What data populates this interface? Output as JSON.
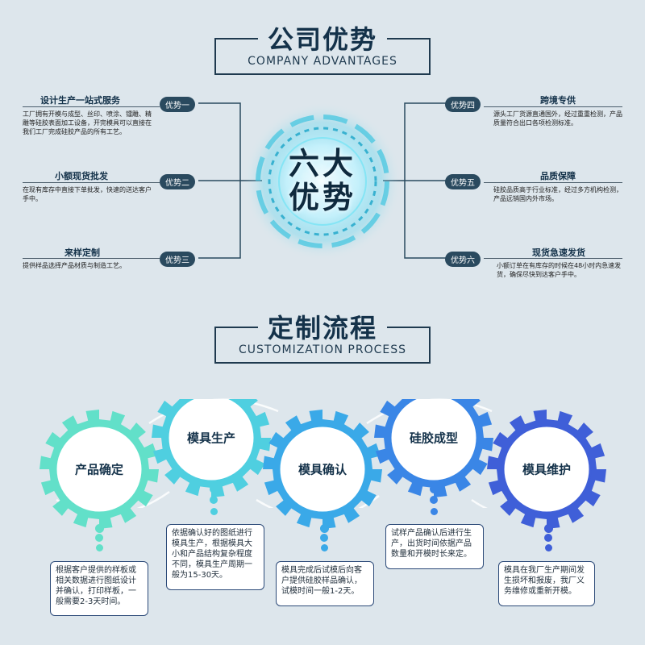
{
  "advantages": {
    "title": "公司优势",
    "subtitle": "COMPANY ADVANTAGES",
    "center": [
      "六大",
      "优势"
    ],
    "left": [
      {
        "badge": "优势一",
        "title": "设计生产一站式服务",
        "desc": "工厂拥有开模与成型、丝印、喷涂、镭雕、精雕等硅胶表面加工设备，开完模具可以直接在我们工厂完成硅胶产品的所有工艺。"
      },
      {
        "badge": "优势二",
        "title": "小额现货批发",
        "desc": "在现有库存中直接下单批发，快速的送达客户手中。"
      },
      {
        "badge": "优势三",
        "title": "来样定制",
        "desc": "提供样品选择产品材质与制造工艺。"
      }
    ],
    "right": [
      {
        "badge": "优势四",
        "title": "跨境专供",
        "desc": "源头工厂货源直通国外，经过重重检测，产品质量符合出口各项检测标准。"
      },
      {
        "badge": "优势五",
        "title": "品质保障",
        "desc": "硅胶品质高于行业标准，经过多方机构检测，产品远销国内外市场。"
      },
      {
        "badge": "优势六",
        "title": "现货急速发货",
        "desc": "小额订单在有库存的时候在48小时内急速发货，确保尽快到达客户手中。"
      }
    ]
  },
  "process": {
    "title": "定制流程",
    "subtitle": "CUSTOMIZATION PROCESS",
    "steps": [
      {
        "label": "产品确定",
        "desc": "根据客户提供的样板或相关数据进行图纸设计并确认，打印样板，一般需要2-3天时间。",
        "color": "#62e0c9"
      },
      {
        "label": "模具生产",
        "desc": "依据确认好的图纸进行模具生产，根据模具大小和产品结构复杂程度不同，模具生产周期一般为15-30天。",
        "color": "#4fcfe0"
      },
      {
        "label": "模具确认",
        "desc": "模具完成后试模后向客户提供硅胶样品确认，试模时间一般1-2天。",
        "color": "#3aa9e8"
      },
      {
        "label": "硅胶成型",
        "desc": "试样产品确认后进行生产，出货时间依据产品数量和开模时长来定。",
        "color": "#3a86e6"
      },
      {
        "label": "模具维护",
        "desc": "模具在我厂生产期间发生损坏和报废，我厂义务维修或重新开模。",
        "color": "#3f5fd8"
      }
    ]
  }
}
